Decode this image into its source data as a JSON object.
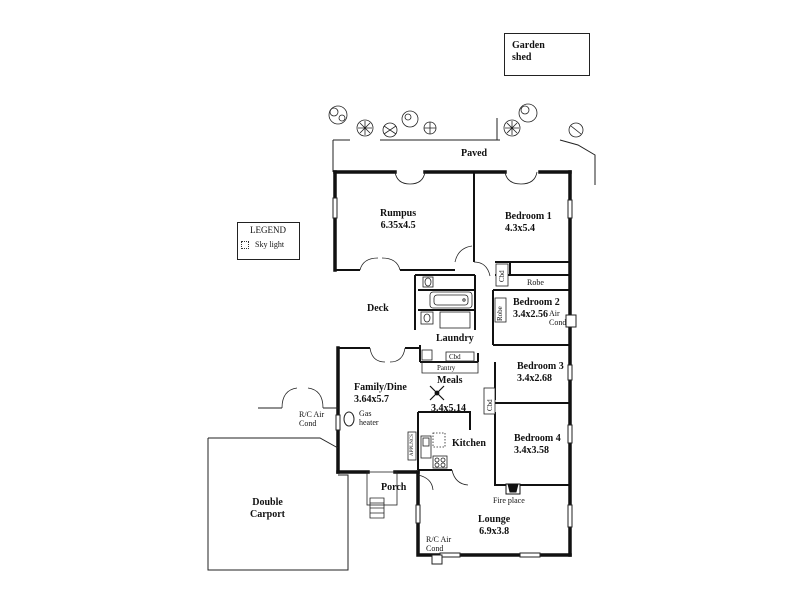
{
  "plan": {
    "outbuildings": {
      "garden_shed_line1": "Garden",
      "garden_shed_line2": "shed",
      "paved": "Paved",
      "double_carport_line1": "Double",
      "double_carport_line2": "Carport"
    },
    "legend": {
      "title": "LEGEND",
      "sky_light": "Sky light"
    },
    "rooms": {
      "rumpus": {
        "name": "Rumpus",
        "size": "6.35x4.5"
      },
      "bedroom1": {
        "name": "Bedroom 1",
        "size": "4.3x5.4"
      },
      "bedroom2": {
        "name": "Bedroom 2",
        "size": "3.4x2.56"
      },
      "bedroom3": {
        "name": "Bedroom 3",
        "size": "3.4x2.68"
      },
      "bedroom4": {
        "name": "Bedroom 4",
        "size": "3.4x3.58"
      },
      "deck": {
        "name": "Deck"
      },
      "laundry": {
        "name": "Laundry"
      },
      "family_dine": {
        "name": "Family/Dine",
        "size": "3.64x5.7"
      },
      "meals": {
        "name": "Meals",
        "size": "3.4x5.14"
      },
      "kitchen": {
        "name": "Kitchen"
      },
      "porch": {
        "name": "Porch"
      },
      "lounge": {
        "name": "Lounge",
        "size": "6.9x3.8"
      }
    },
    "fixtures": {
      "robe_bed1": "Robe",
      "robe_bed2": "Robe",
      "cbd_upper": "Cbd",
      "cbd_laundry": "Cbd",
      "cbd_meals": "Cbd",
      "pantry": "Pantry",
      "gas_heater_line1": "Gas",
      "gas_heater_line2": "heater",
      "air_cond_bed2_line1": "Air",
      "air_cond_bed2_line2": "Cond",
      "rc_air_cond_family_line1": "R/C Air",
      "rc_air_cond_family_line2": "Cond",
      "rc_air_cond_lounge_line1": "R/C Air",
      "rc_air_cond_lounge_line2": "Cond",
      "fire_place": "Fire place",
      "appliance": "APPLNCS"
    }
  },
  "colors": {
    "wall": "#111111",
    "line": "#222222",
    "background": "#ffffff"
  }
}
